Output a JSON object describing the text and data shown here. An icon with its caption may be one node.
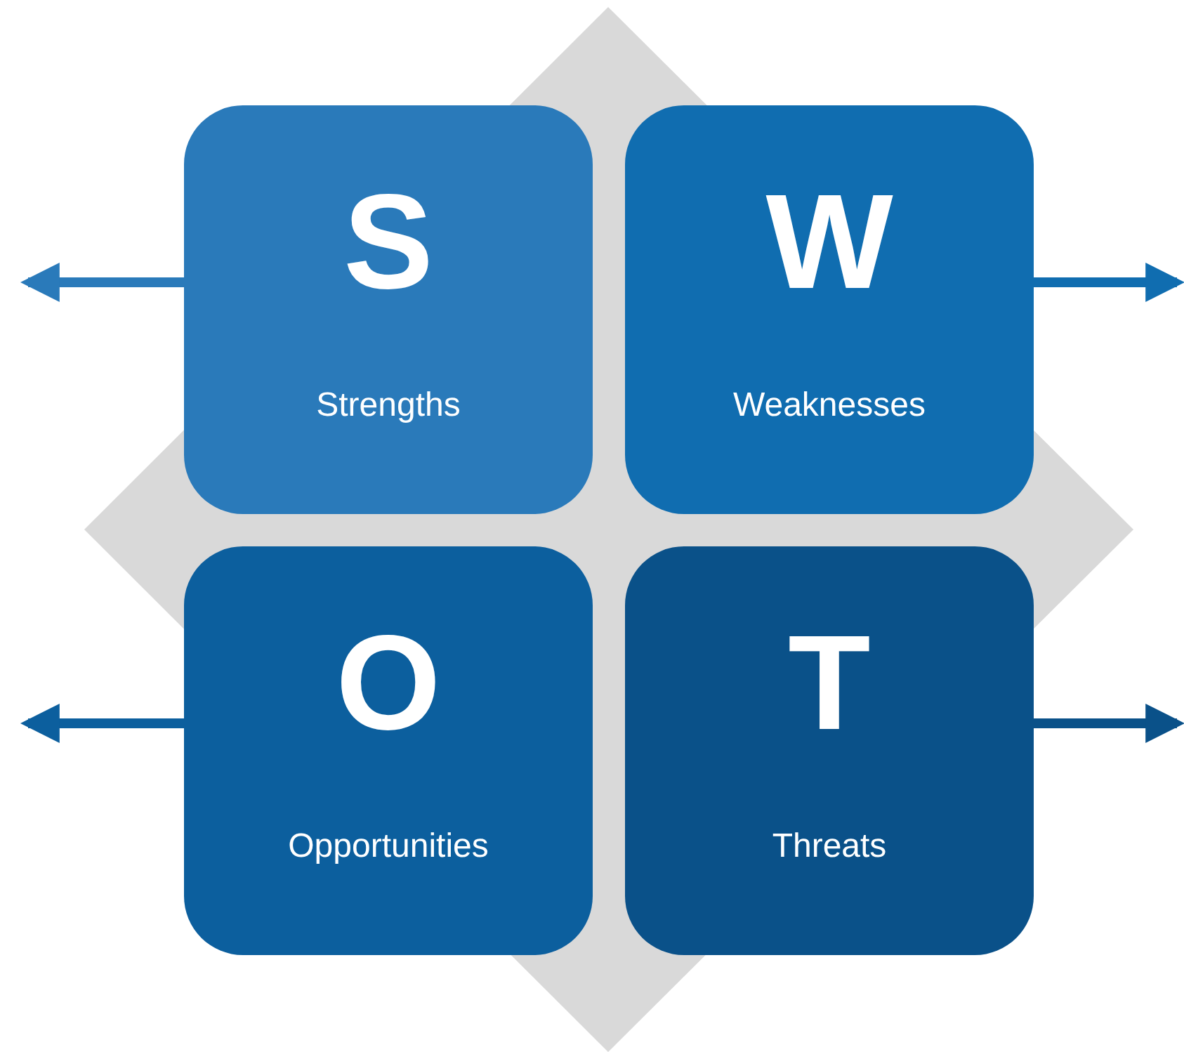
{
  "diagram": {
    "nodes": [
      {
        "text": [
          "S",
          "Strengths"
        ]
      },
      {
        "text": [
          "W",
          "Weaknesses"
        ]
      },
      {
        "text": [
          "O",
          "Opportunities"
        ]
      },
      {
        "text": [
          "T",
          "Threats"
        ]
      }
    ],
    "edges": [
      {
        "from": 0,
        "to": null,
        "arrow": "to"
      },
      {
        "from": 1,
        "to": null,
        "arrow": "to"
      },
      {
        "from": 2,
        "to": null,
        "arrow": "to"
      },
      {
        "from": 3,
        "to": null,
        "arrow": "to"
      }
    ]
  }
}
